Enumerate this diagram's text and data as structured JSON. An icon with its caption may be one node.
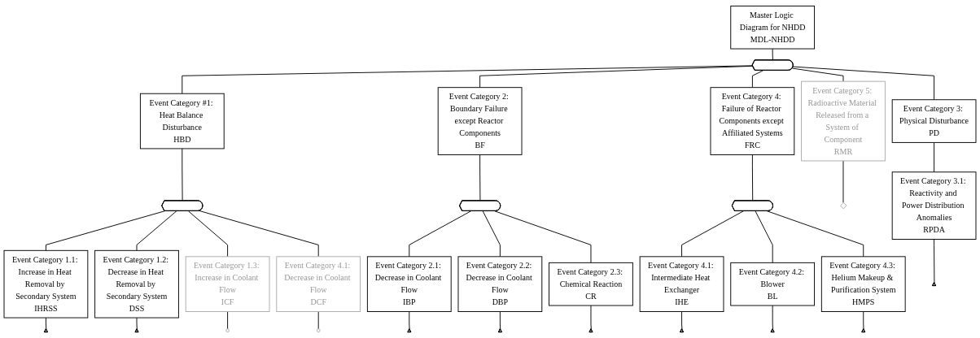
{
  "diagram": {
    "nodes": [
      {
        "text": [
          "Master Logic Diagram for NHDD",
          "MDL-NHDD"
        ]
      },
      {
        "text": [],
        "shape": "gate"
      },
      {
        "text": [
          "Event Category #1: Heat Balance Disturbance",
          "HBD"
        ]
      },
      {
        "text": [
          "Event Category 2: Boundary Failure except Reactor Components",
          "BF"
        ]
      },
      {
        "text": [
          "Event Category 3: Physical Disturbance",
          "PD"
        ]
      },
      {
        "text": [
          "Event Category 4: Failure of Reactor Components except Affiliated Systems",
          "FRC"
        ]
      },
      {
        "text": [
          "Event Category 5: Radioactive Material Released from a System of Component",
          "RMR"
        ]
      },
      {
        "text": [],
        "shape": "gate"
      },
      {
        "text": [],
        "shape": "gate"
      },
      {
        "text": [],
        "shape": "gate"
      },
      {
        "text": [],
        "shape": "diamond"
      },
      {
        "text": [
          "Event Category 1.1: Increase in Heat Removal by Secondary System",
          "IHRSS"
        ]
      },
      {
        "text": [
          "Event Category 1.2: Decrease in Heat Removal by Secondary System",
          "DSS"
        ]
      },
      {
        "text": [
          "Event Category 1.3: Increase in Coolant Flow",
          "ICF"
        ]
      },
      {
        "text": [
          "Event Category 4.1: Decrease in Coolant Flow",
          "DCF"
        ]
      },
      {
        "text": [
          "Event Category 2.1: Decrease in Coolant Flow",
          "IBP"
        ]
      },
      {
        "text": [
          "Event Category 2.2: Decrease in Coolant Flow",
          "DBP"
        ]
      },
      {
        "text": [
          "Event Category 2.3: Chemical Reaction",
          "CR"
        ]
      },
      {
        "text": [
          "Event Category 3.1: Reactivity and Power Distribution Anomalies",
          "RPDA"
        ]
      },
      {
        "text": [
          "Event Category 4.1: Intermediate Heat Exchanger",
          "IHE"
        ]
      },
      {
        "text": [
          "Event Category 4.2: Blower",
          "BL"
        ]
      },
      {
        "text": [
          "Event Category 4.3: Helium Makeup & Purification System",
          "HMPS"
        ]
      },
      {
        "text": [],
        "shape": "triangle"
      },
      {
        "text": [],
        "shape": "triangle"
      },
      {
        "text": [],
        "shape": "circle"
      },
      {
        "text": [],
        "shape": "circle"
      },
      {
        "text": [],
        "shape": "triangle"
      },
      {
        "text": [],
        "shape": "triangle"
      },
      {
        "text": [],
        "shape": "triangle"
      },
      {
        "text": [],
        "shape": "triangle"
      },
      {
        "text": [],
        "shape": "triangle"
      },
      {
        "text": [],
        "shape": "triangle"
      },
      {
        "text": [],
        "shape": "triangle"
      }
    ],
    "edges": [
      {
        "from": 0,
        "to": 1,
        "arrow": "none"
      },
      {
        "from": 1,
        "to": 2,
        "arrow": "none"
      },
      {
        "from": 1,
        "to": 3,
        "arrow": "none"
      },
      {
        "from": 1,
        "to": 4,
        "arrow": "none"
      },
      {
        "from": 1,
        "to": 5,
        "arrow": "none"
      },
      {
        "from": 1,
        "to": 6,
        "arrow": "none"
      },
      {
        "from": 2,
        "to": 7,
        "arrow": "none"
      },
      {
        "from": 3,
        "to": 8,
        "arrow": "none"
      },
      {
        "from": 5,
        "to": 9,
        "arrow": "none"
      },
      {
        "from": 6,
        "to": 10,
        "arrow": "none"
      },
      {
        "from": 7,
        "to": 11,
        "arrow": "none"
      },
      {
        "from": 7,
        "to": 12,
        "arrow": "none"
      },
      {
        "from": 7,
        "to": 13,
        "arrow": "none"
      },
      {
        "from": 7,
        "to": 14,
        "arrow": "none"
      },
      {
        "from": 8,
        "to": 15,
        "arrow": "none"
      },
      {
        "from": 8,
        "to": 16,
        "arrow": "none"
      },
      {
        "from": 8,
        "to": 17,
        "arrow": "none"
      },
      {
        "from": 4,
        "to": 18,
        "arrow": "none"
      },
      {
        "from": 9,
        "to": 19,
        "arrow": "none"
      },
      {
        "from": 9,
        "to": 20,
        "arrow": "none"
      },
      {
        "from": 9,
        "to": 21,
        "arrow": "none"
      },
      {
        "from": 11,
        "to": 22,
        "arrow": "none"
      },
      {
        "from": 12,
        "to": 23,
        "arrow": "none"
      },
      {
        "from": 13,
        "to": 24,
        "arrow": "none"
      },
      {
        "from": 14,
        "to": 25,
        "arrow": "none"
      },
      {
        "from": 15,
        "to": 26,
        "arrow": "none"
      },
      {
        "from": 16,
        "to": 27,
        "arrow": "none"
      },
      {
        "from": 17,
        "to": 28,
        "arrow": "none"
      },
      {
        "from": 18,
        "to": 29,
        "arrow": "none"
      },
      {
        "from": 19,
        "to": 30,
        "arrow": "none"
      },
      {
        "from": 20,
        "to": 31,
        "arrow": "none"
      },
      {
        "from": 21,
        "to": 32,
        "arrow": "none"
      }
    ]
  }
}
